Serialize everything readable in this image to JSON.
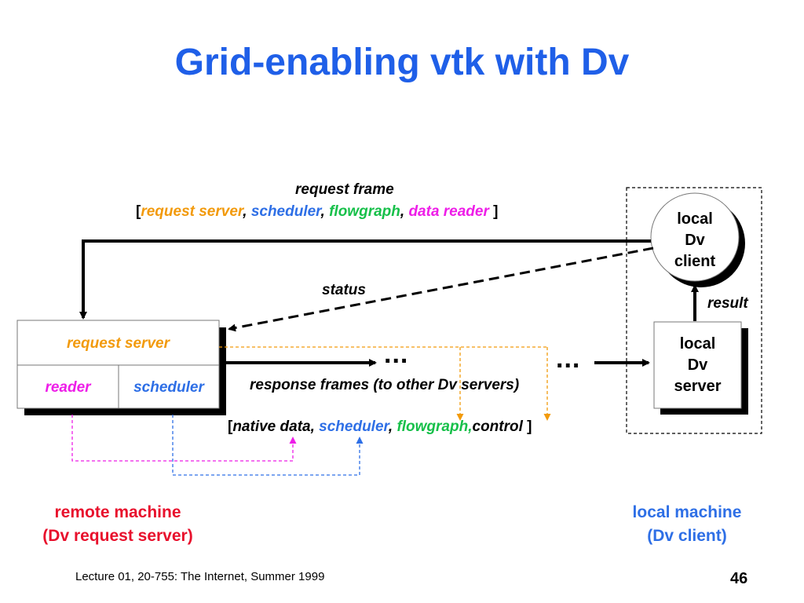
{
  "slide": {
    "title": "Grid-enabling vtk with Dv",
    "footer": "Lecture 01, 20-755: The Internet, Summer 1999",
    "page_number": "46"
  },
  "colors": {
    "title": "#1f5fe8",
    "orange": "#f29a0c",
    "blue": "#2e6fe6",
    "green": "#17c04a",
    "magenta": "#ee1ee8",
    "red": "#e8102c"
  },
  "request_frame": {
    "label": "request frame",
    "open": "[",
    "item1": "request server",
    "sep1": ",",
    "item2": "scheduler",
    "sep2": ",",
    "item3": "flowgraph",
    "sep3": ",",
    "item4": "data reader",
    "close": "]"
  },
  "status_label": "status",
  "result_label": "result",
  "response_label": "response frames (to other Dv servers)",
  "response_frame": {
    "open": "[",
    "item1": "native data,",
    "item2": "scheduler",
    "sep2": ",",
    "item3": "flowgraph,",
    "item4": "control",
    "close": "]"
  },
  "ellipsis": "...",
  "request_server_box": {
    "top": "request server",
    "left": "reader",
    "right": "scheduler"
  },
  "local_client": {
    "line1": "local",
    "line2": "Dv",
    "line3": "client"
  },
  "local_server": {
    "line1": "local",
    "line2": "Dv",
    "line3": "server"
  },
  "remote_machine": {
    "line1": "remote machine",
    "line2": "(Dv request server)"
  },
  "local_machine": {
    "line1": "local machine",
    "line2": "(Dv client)"
  }
}
